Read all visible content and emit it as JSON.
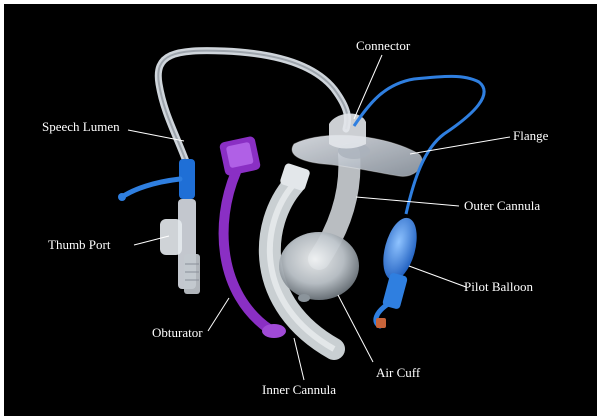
{
  "labels": {
    "connector": "Connector",
    "speech_lumen": "Speech Lumen",
    "flange": "Flange",
    "outer_cannula": "Outer Cannula",
    "thumb_port": "Thumb Port",
    "pilot_balloon": "Pilot Balloon",
    "obturator": "Obturator",
    "air_cuff": "Air Cuff",
    "inner_cannula": "Inner Cannula"
  },
  "colors": {
    "background": "#000000",
    "label_text": "#ffffff",
    "leader_line": "#ffffff",
    "obturator": "#8a2fc4",
    "pilot_tube": "#2f7fe0",
    "speech_connector": "#1f6fd6",
    "clear_plastic": "#d8dde4",
    "inner_cannula": "#c9cfd2"
  }
}
